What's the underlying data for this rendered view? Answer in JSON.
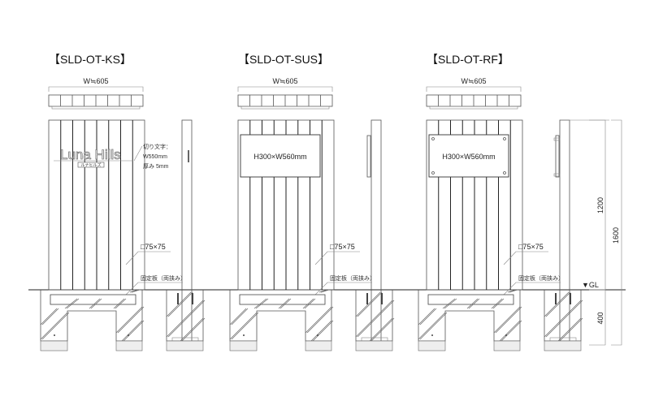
{
  "models": [
    {
      "title": "【SLD-OT-KS】",
      "width_label": "W≒605",
      "post_label": "□75×75",
      "plate_label": "固定板（両挟み）",
      "type": "cut-letters",
      "sign": {
        "logo_text": "Luna Hills",
        "logo_sub": "ルナヒルズ",
        "note": [
          "切り文字：",
          "W550mm",
          "厚み 5mm"
        ]
      }
    },
    {
      "title": "【SLD-OT-SUS】",
      "width_label": "W≒605",
      "post_label": "□75×75",
      "plate_label": "固定板（両挟み）",
      "type": "panel",
      "sign": {
        "size_label": "H300×W560mm"
      }
    },
    {
      "title": "【SLD-OT-RF】",
      "width_label": "W≒605",
      "post_label": "□75×75",
      "plate_label": "固定板（両挟み）",
      "type": "panel-bolted",
      "sign": {
        "size_label": "H300×W560mm"
      }
    }
  ],
  "dimensions": {
    "above_ground": "1200",
    "total": "1600",
    "below_ground": "400",
    "ground_label": "▼GL"
  }
}
